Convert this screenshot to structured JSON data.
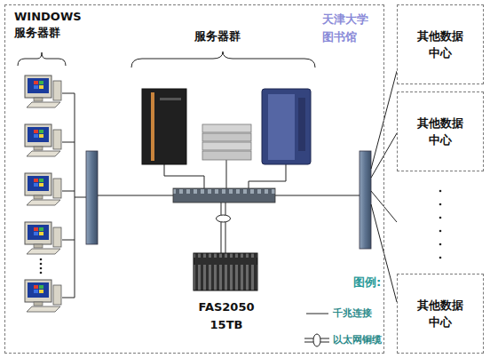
{
  "diagram": {
    "nodes": [
      {
        "text": [
          "天津大学 图书馆"
        ]
      },
      {
        "text": [
          "FAS2050 15TB"
        ],
        "in": 0
      },
      {
        "text": [
          "其他数据 中心"
        ]
      },
      {
        "text": [
          "其他数据 中心"
        ]
      },
      {
        "text": [
          "其他数据 中心"
        ]
      }
    ],
    "labels": [
      "WINDOWS 服务器群",
      "服务器群",
      "图例:"
    ],
    "legend": [
      {
        "text": "千兆连接"
      },
      {
        "text": "以太网铜缆"
      }
    ]
  }
}
